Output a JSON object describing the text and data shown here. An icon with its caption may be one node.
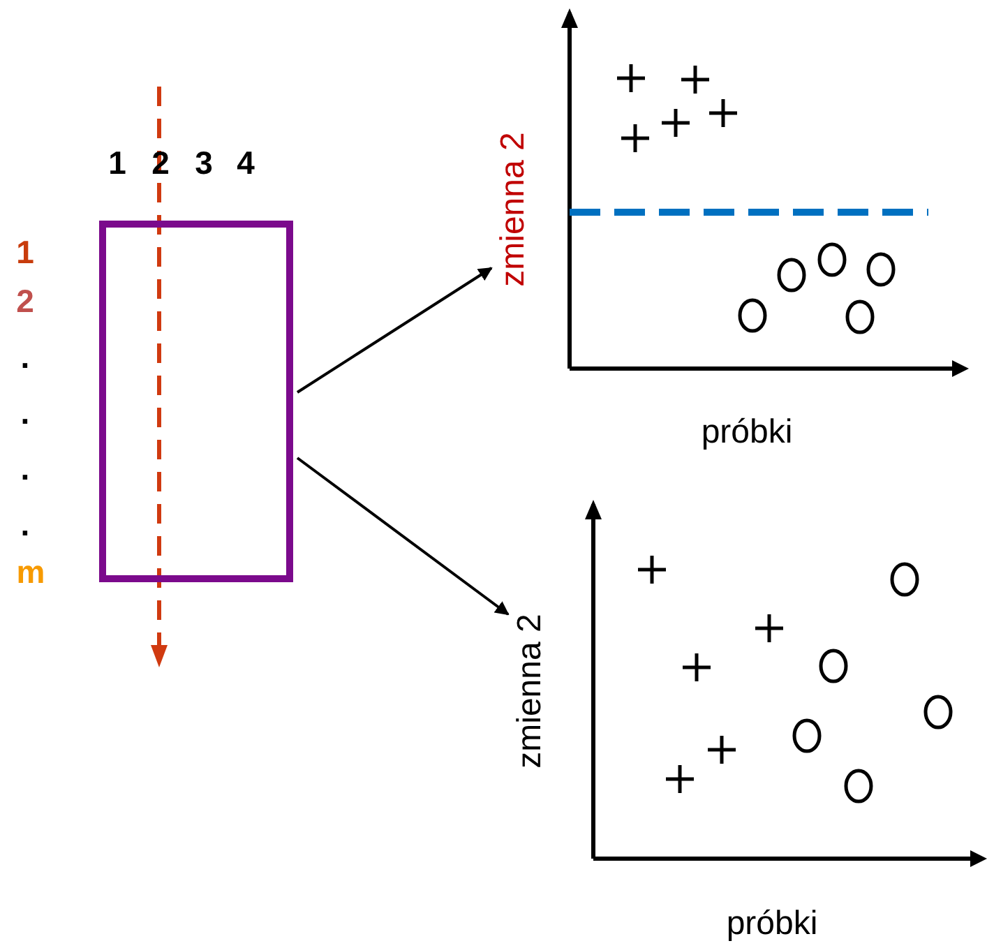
{
  "diagram": {
    "nodes": [
      {
        "text": [],
        "shape": "box"
      },
      {
        "text": [
          "zmienna 2",
          "próbki"
        ]
      },
      {
        "text": [
          "zmienna 2",
          "próbki"
        ]
      }
    ],
    "edges": [
      {
        "from": 0,
        "to": 1,
        "arrow": "to"
      },
      {
        "from": 0,
        "to": 2,
        "arrow": "to"
      }
    ],
    "labels": [
      "1",
      "2",
      "3",
      "4",
      "1",
      "2",
      ".",
      ".",
      ".",
      ".",
      "m"
    ]
  }
}
